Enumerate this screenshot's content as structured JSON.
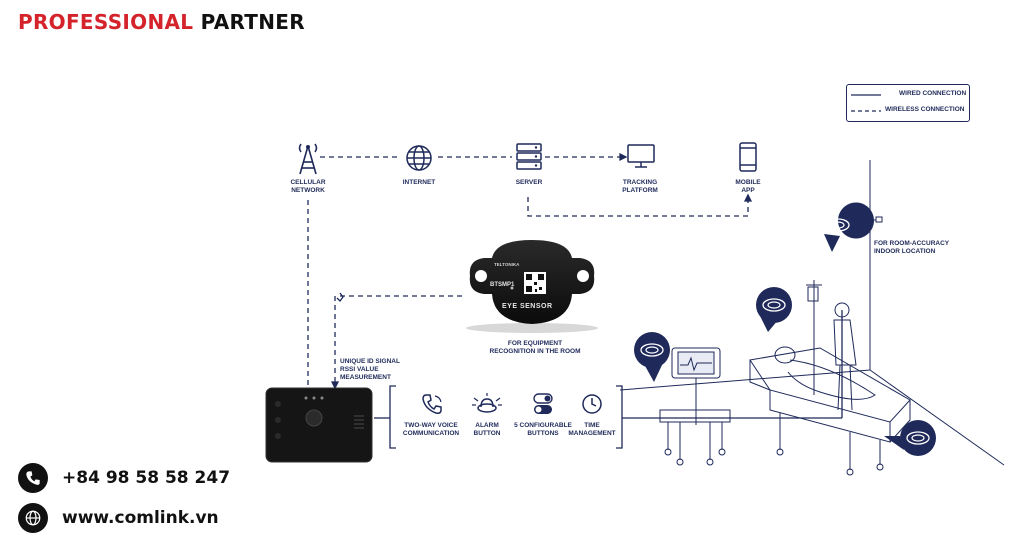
{
  "brand": {
    "word1": "PROFESSIONAL",
    "word2": "PARTNER"
  },
  "legend": {
    "wired": "WIRED CONNECTION",
    "wireless": "WIRELESS CONNECTION"
  },
  "nodes": {
    "cellular": [
      "CELLULAR",
      "NETWORK"
    ],
    "internet": [
      "INTERNET"
    ],
    "server": [
      "SERVER"
    ],
    "tracking": [
      "TRACKING",
      "PLATFORM"
    ],
    "mobile": [
      "MOBILE",
      "APP"
    ]
  },
  "sensor": {
    "brand": "TELTONIKA",
    "model": "BTSMP1",
    "label": "EYE SENSOR",
    "caption": [
      "FOR EQUIPMENT",
      "RECOGNITION IN THE ROOM"
    ]
  },
  "signal": [
    "UNIQUE ID SIGNAL",
    "RSSI VALUE MEASUREMENT"
  ],
  "features": [
    {
      "icon": "phone-icon",
      "label": [
        "TWO-WAY VOICE",
        "COMMUNICATION"
      ]
    },
    {
      "icon": "alarm-icon",
      "label": [
        "ALARM",
        "BUTTON"
      ]
    },
    {
      "icon": "toggle-icon",
      "label": [
        "5 CONFIGURABLE",
        "BUTTONS"
      ]
    },
    {
      "icon": "clock-icon",
      "label": [
        "TIME",
        "MANAGEMENT"
      ]
    }
  ],
  "room_location": [
    "FOR ROOM-ACCURACY",
    "INDOOR LOCATION"
  ],
  "contact": {
    "phone": "+84 98 58 58 247",
    "web": "www.comlink.vn"
  },
  "colors": {
    "navy": "#1f2a5a",
    "red": "#d4232b"
  }
}
